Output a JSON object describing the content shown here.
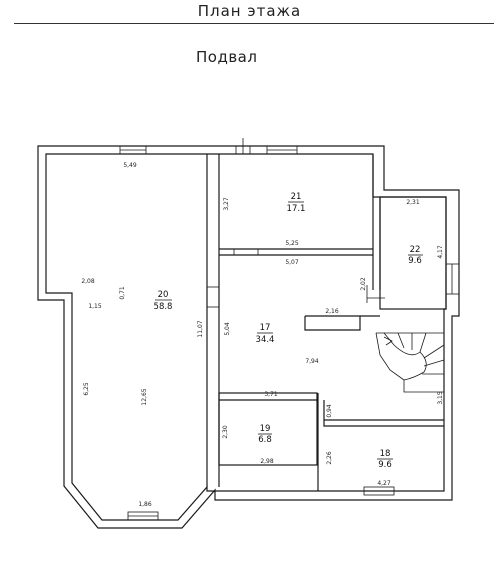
{
  "page_title": "План этажа",
  "subtitle": "Подвал",
  "rooms": [
    {
      "id": "room-20",
      "number": "20",
      "area": "58.8"
    },
    {
      "id": "room-21",
      "number": "21",
      "area": "17.1"
    },
    {
      "id": "room-22",
      "number": "22",
      "area": "9.6"
    },
    {
      "id": "room-17",
      "number": "17",
      "area": "34.4"
    },
    {
      "id": "room-19",
      "number": "19",
      "area": "6.8"
    },
    {
      "id": "room-18",
      "number": "18",
      "area": "9.6"
    }
  ],
  "dimensions": {
    "d549": "5,49",
    "d208": "2,08",
    "d071": "0,71",
    "d115": "1,15",
    "d625": "6,25",
    "d1265": "12,65",
    "d186": "1,86",
    "d1107": "11,07",
    "d327": "3,27",
    "d525": "5,25",
    "d507": "5,07",
    "d504": "5,04",
    "d202": "2,02",
    "d216": "2,16",
    "d794": "7,94",
    "d231": "2,31",
    "d417": "4,17",
    "d315": "3,15",
    "d371": "3,71",
    "d230": "2,30",
    "d298": "2,98",
    "d094": "0,94",
    "d226": "2,26",
    "d427": "4,27"
  }
}
